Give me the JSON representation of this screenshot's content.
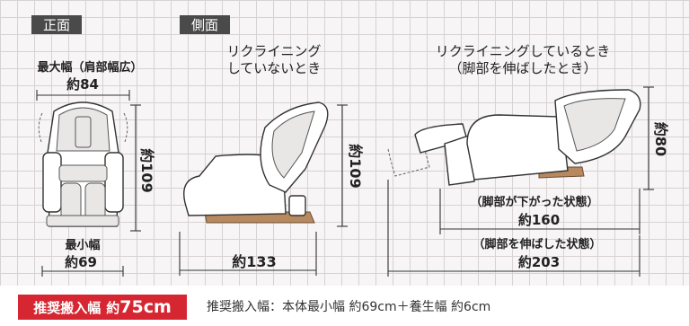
{
  "labels": {
    "front": "正面",
    "side": "側面",
    "upright_l1": "リクライニング",
    "upright_l2": "していないとき",
    "reclined_l1": "リクライニングしているとき",
    "reclined_l2": "（脚部を伸ばしたとき）"
  },
  "dimensions": {
    "max_width_label": "最大幅（肩部幅広）",
    "max_width": "約84",
    "min_width_label": "最小幅",
    "min_width": "約69",
    "upright_height": "約109",
    "upright_depth": "約133",
    "reclined_height": "約80",
    "legs_down_label": "（脚部が下がった状態）",
    "legs_down_depth": "約160",
    "legs_extended_label": "（脚部を伸ばした状態）",
    "legs_extended_depth": "約203"
  },
  "footer": {
    "badge_label": "推奨搬入幅",
    "badge_prefix": "約",
    "badge_value": "75cm",
    "note": "推奨搬入幅：本体最小幅 約69cm＋養生幅 約6cm"
  },
  "colors": {
    "tag_bg": "#4a4a4a",
    "badge_bg": "#d52631",
    "grid_line": "#d9d2d2",
    "base_brown": "#b7895f"
  }
}
